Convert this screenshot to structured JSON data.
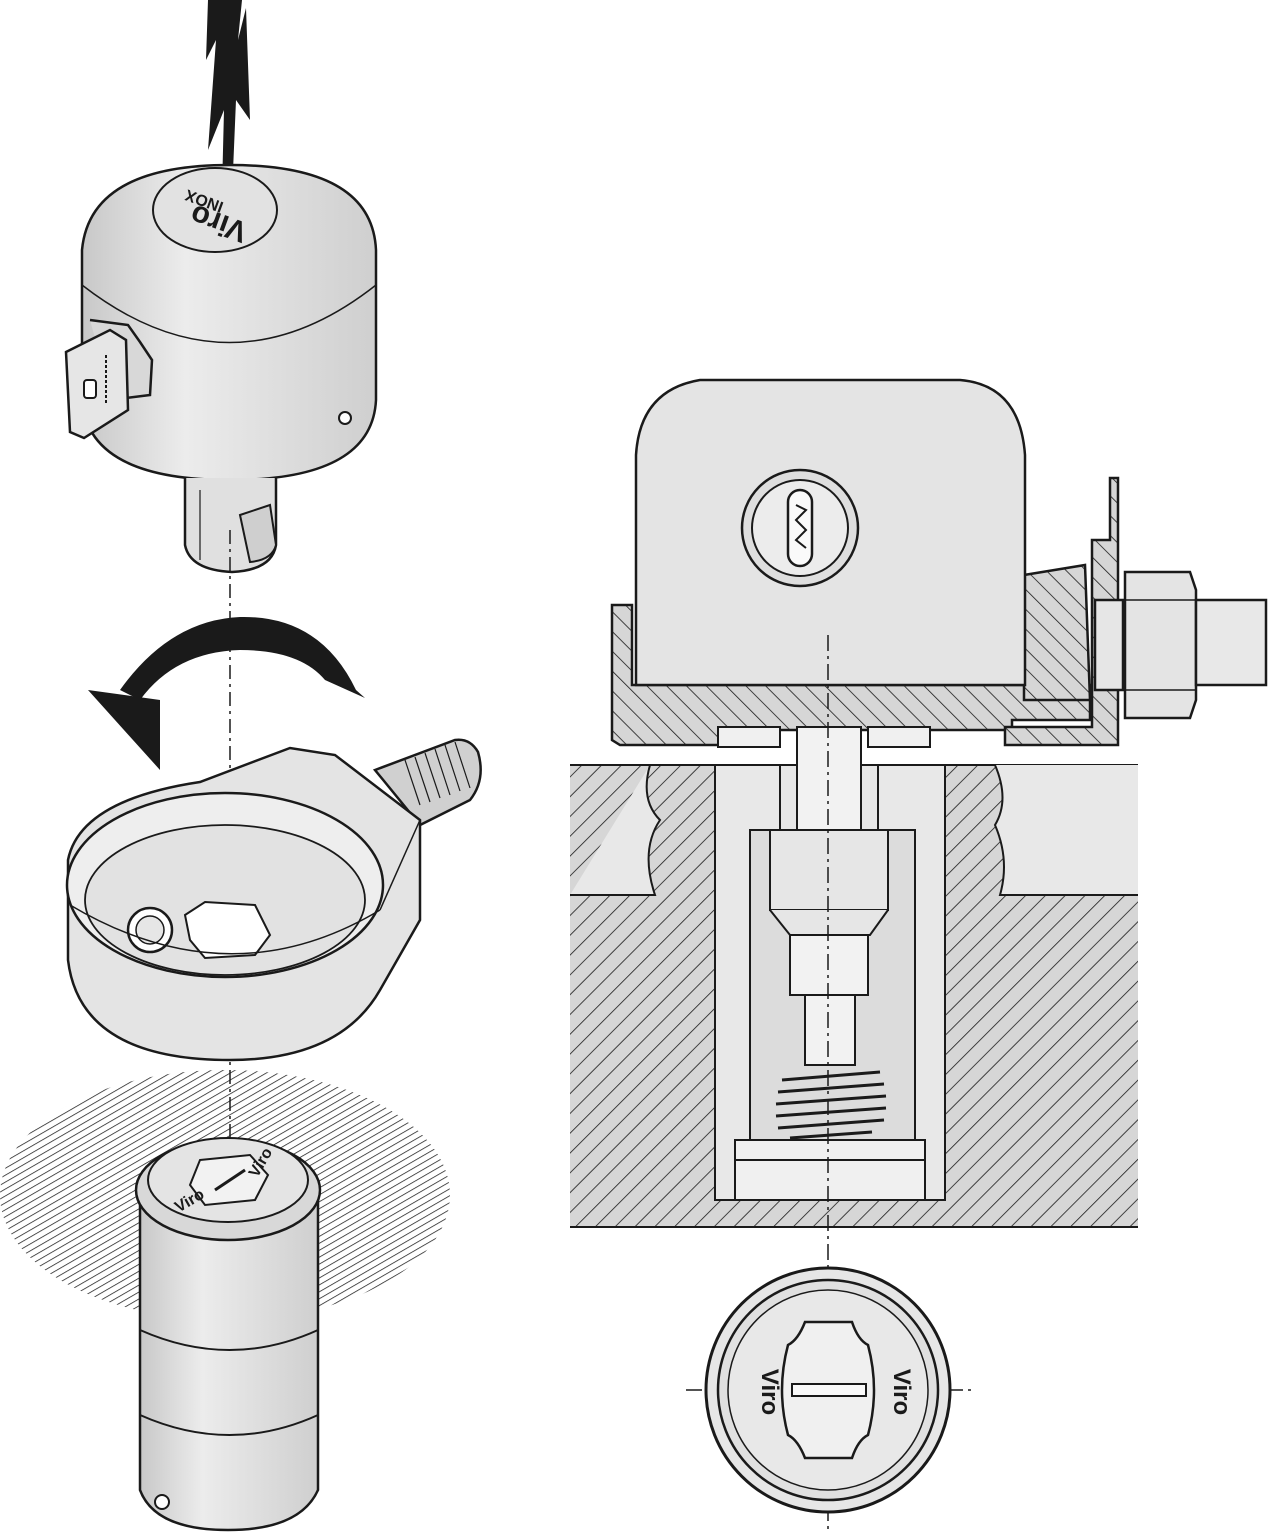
{
  "figure": {
    "type": "technical-assembly-illustration",
    "colors": {
      "line": "#1a1a1a",
      "metal_fill": "#dcdcdc",
      "metal_light": "#ececec",
      "section_fill": "#d6d6d6",
      "hatch": "#1a1a1a",
      "background": "#ffffff"
    },
    "brand_marks": {
      "cap_top": "Viro",
      "cap_top_sub": "INOX",
      "insert_face_a": "Viro",
      "insert_face_b": "Viro",
      "end_view_a": "Viro",
      "end_view_b": "Viro"
    },
    "icons": [
      "press-down-arrow",
      "rotate-arrow",
      "key",
      "keyhole"
    ]
  }
}
